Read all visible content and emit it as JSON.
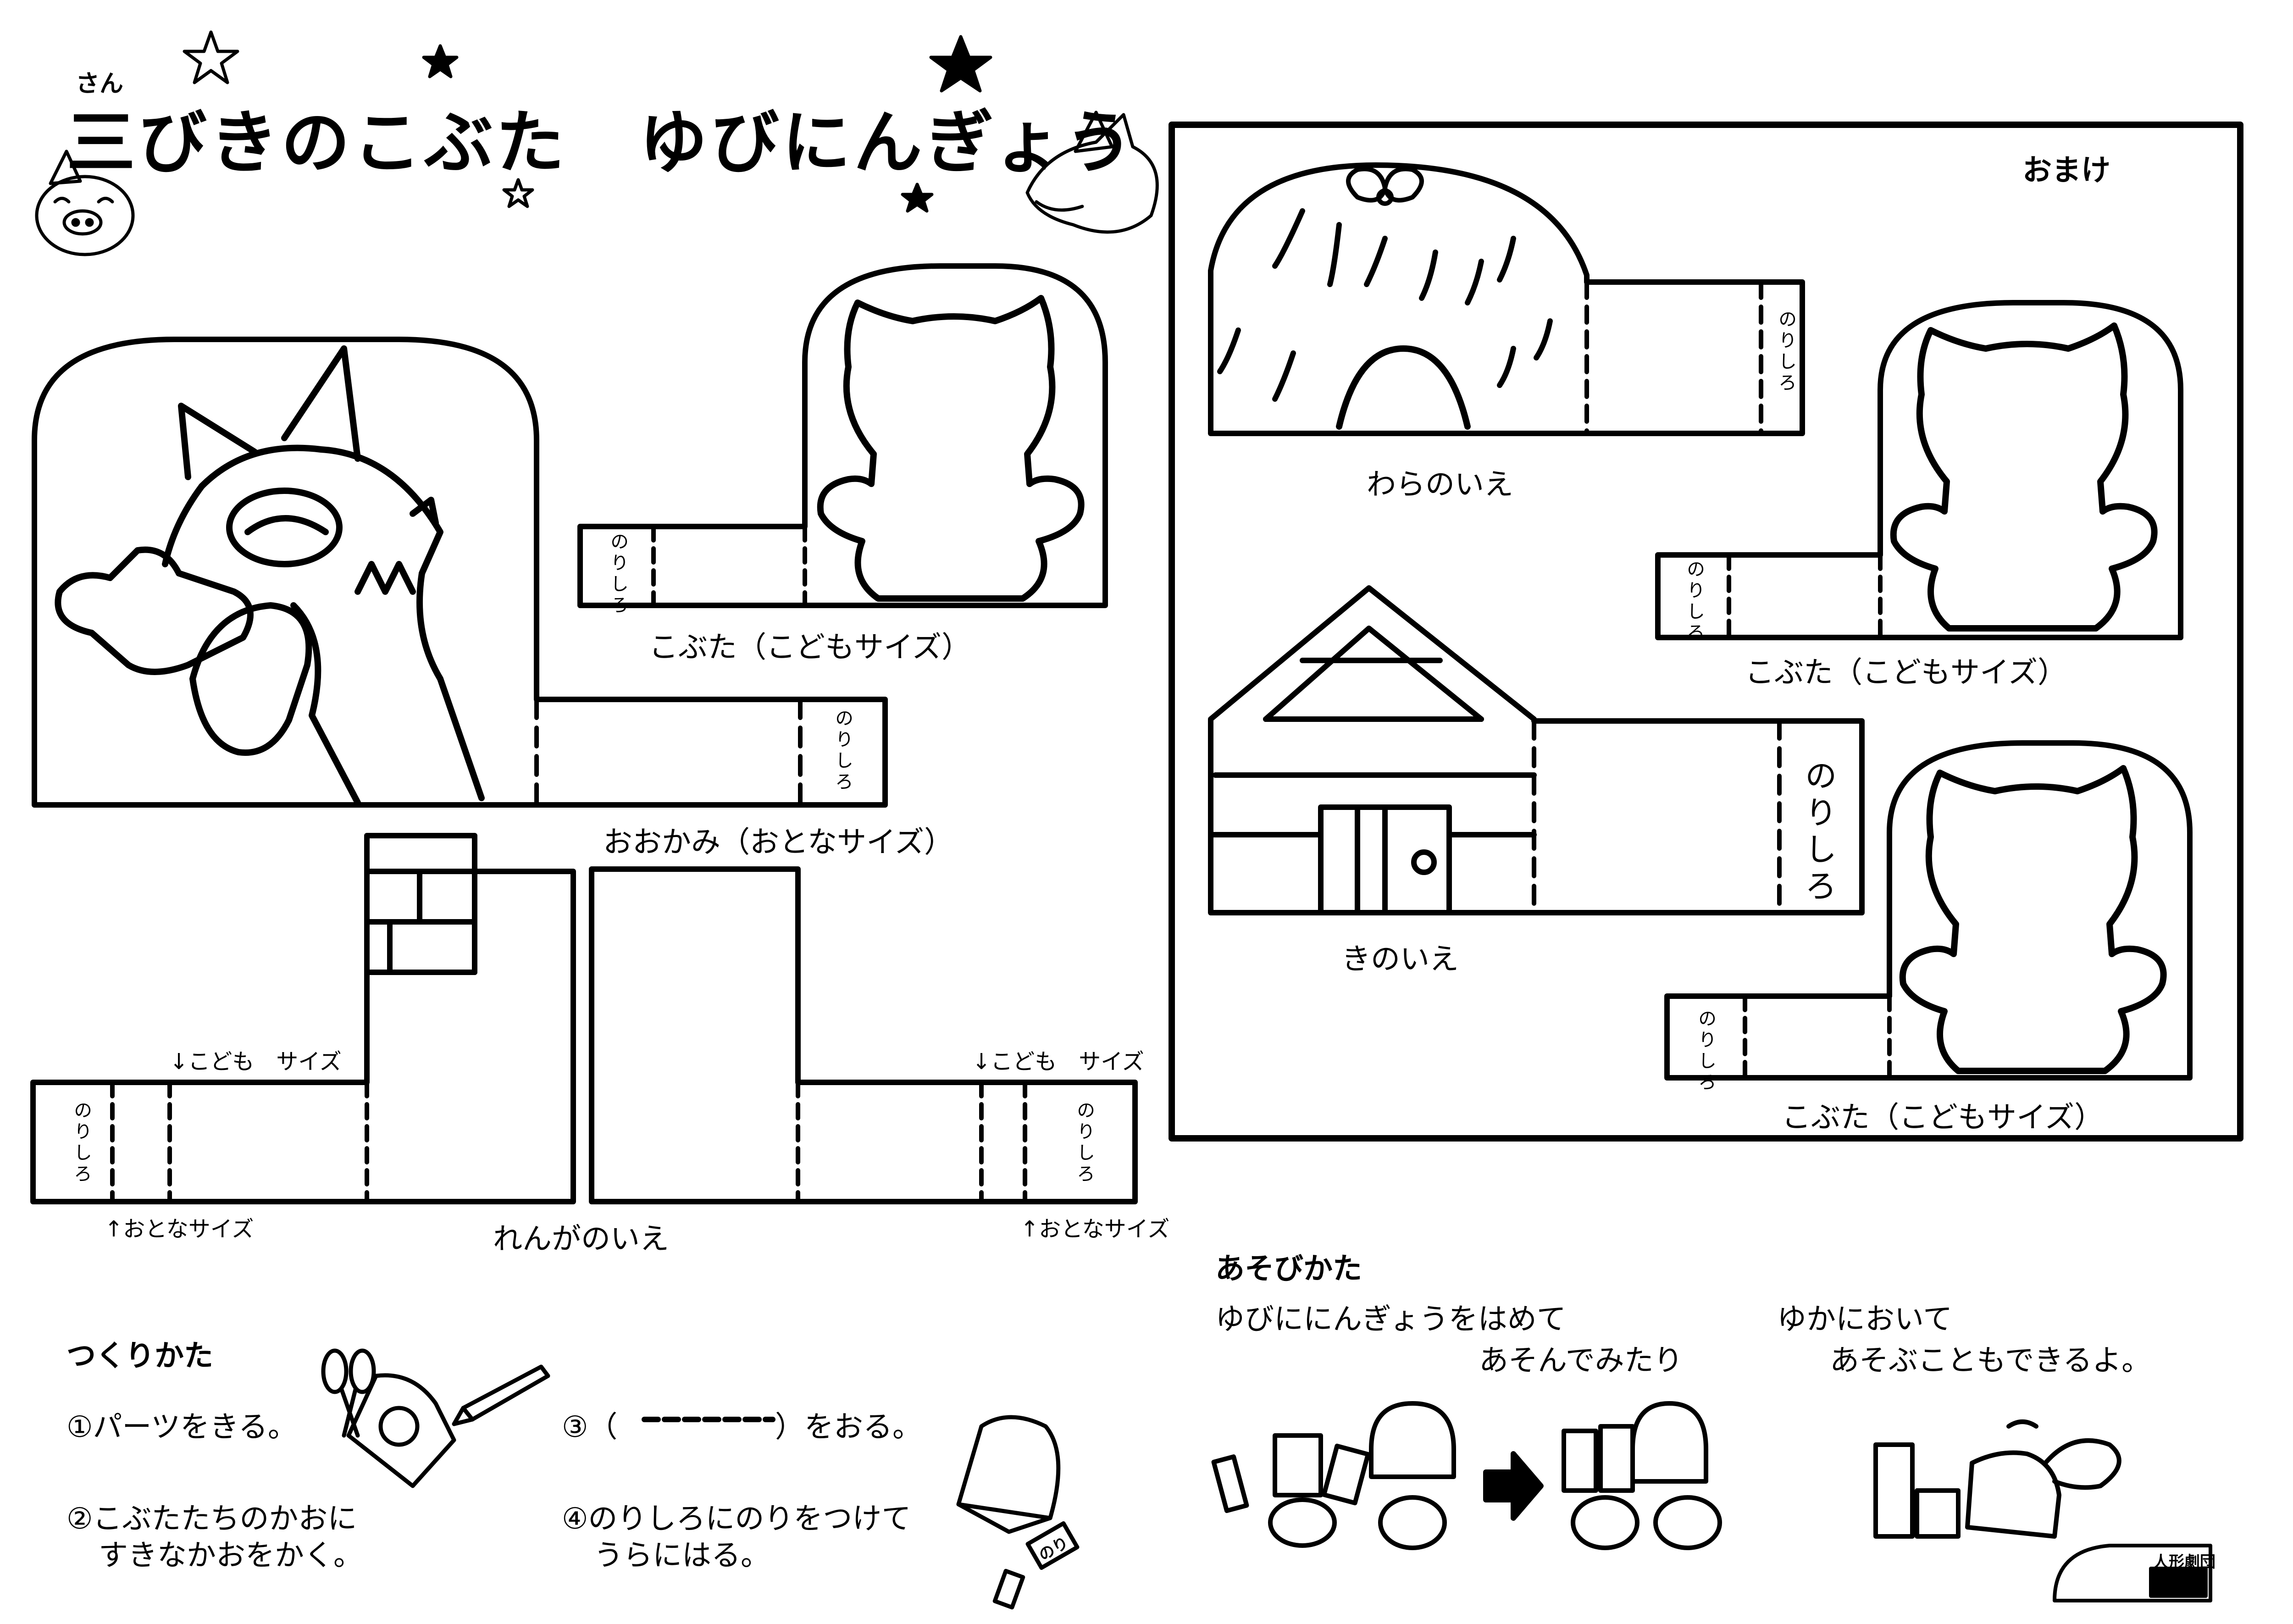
{
  "title": {
    "ruby": "さん",
    "main": "三びきのこぶた　ゆびにんぎょう"
  },
  "parts": {
    "glue_tab": "のりしろ",
    "piglet_label": "こぶた（こどもサイズ）",
    "wolf_label": "おおかみ（おとなサイズ）",
    "brick_house_label": "れんがのいえ",
    "child_size_marker": "↓こども　サイズ",
    "adult_size_marker": "↑おとなサイズ"
  },
  "bonus": {
    "heading": "おまけ",
    "straw_house_label": "わらのいえ",
    "wood_house_label": "きのいえ",
    "piglet_label_1": "こぶた（こどもサイズ）",
    "piglet_label_2": "こぶた（こどもサイズ）"
  },
  "how_to_make": {
    "heading": "つくりかた",
    "step1": "①パーツをきる。",
    "step2_line1": "②こぶたたちのかおに",
    "step2_line2": "すきなかおをかく。",
    "step3_prefix": "③（",
    "step3_suffix": "）をおる。",
    "step4_line1": "④のりしろにのりをつけて",
    "step4_line2": "うらにはる。",
    "glue_stick_label": "のり"
  },
  "how_to_play": {
    "heading": "あそびかた",
    "line1": "ゆびににんぎょうをはめて",
    "line2": "あそんでみたり",
    "line3": "ゆかにおいて",
    "line4": "あそぶこともできるよ。"
  },
  "signature": {
    "text": "人形劇団"
  }
}
